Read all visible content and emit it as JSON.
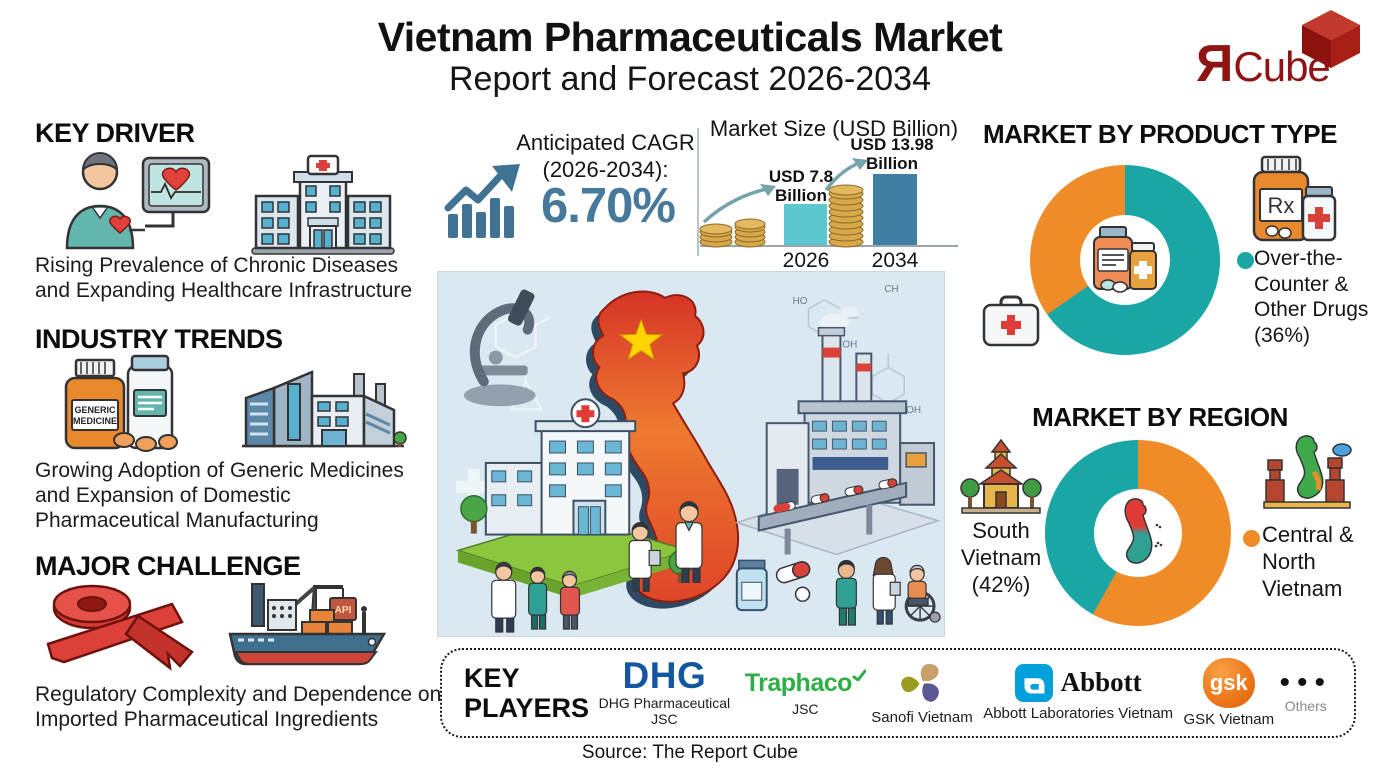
{
  "colors": {
    "teal": "#19a6a4",
    "orange": "#f08c28",
    "steel_blue": "#3e7fa3",
    "light_teal": "#5ec6ce",
    "cagr_blue": "#47799b",
    "brand_red": "#8f1414",
    "accent_red": "#e03b36"
  },
  "header": {
    "title_line1": "Vietnam Pharmaceuticals Market",
    "title_line2": "Report and Forecast 2026-2034",
    "logo_text_r": "Я",
    "logo_text_cube": "Cube"
  },
  "left_sections": {
    "key_driver": {
      "heading": "KEY DRIVER",
      "description": "Rising Prevalence of Chronic Diseases and Expanding Healthcare Infrastructure"
    },
    "industry_trends": {
      "heading": "INDUSTRY TRENDS",
      "description": "Growing Adoption of Generic Medicines and Expansion of Domestic Pharmaceutical Manufacturing"
    },
    "major_challenge": {
      "heading": "MAJOR CHALLENGE",
      "description": "Regulatory Complexity and Dependence on Imported Pharmaceutical Ingredients"
    }
  },
  "icon_labels": {
    "generic_line1": "GENERIC",
    "generic_line2": "MEDICINE",
    "api": "API",
    "rx": "Rx"
  },
  "cagr": {
    "label_line1": "Anticipated CAGR",
    "label_line2": "(2026-2034):",
    "value": "6.70%"
  },
  "chart_data": [
    {
      "type": "bar",
      "title": "Market Size (USD Billion)",
      "categories": [
        "2026",
        "2034"
      ],
      "values": [
        7.8,
        13.98
      ],
      "value_labels": [
        "USD 7.8 Billion",
        "USD 13.98 Billion"
      ],
      "bar_colors": [
        "#5ec6ce",
        "#3e7fa3"
      ],
      "ylim": [
        0,
        16
      ],
      "grid": false
    },
    {
      "type": "donut",
      "title": "MARKET BY PRODUCT TYPE",
      "legend": [
        {
          "label": "Over-the-Counter & Other Drugs (36%)",
          "color": "#19a6a4"
        }
      ],
      "visual_slices": [
        {
          "color": "#19a6a4",
          "percent": 64
        },
        {
          "color": "#f08c28",
          "percent": 36
        }
      ],
      "legend_position": "right"
    },
    {
      "type": "donut",
      "title": "MARKET BY REGION",
      "slices": [
        {
          "label": "South Vietnam",
          "value": 42,
          "color": "#19a6a4"
        },
        {
          "label": "Central & North Vietnam",
          "value": 58,
          "color": "#f08c28"
        }
      ],
      "left_label": "South Vietnam (42%)",
      "right_label": "Central & North Vietnam"
    }
  ],
  "key_players": {
    "heading": "KEY PLAYERS",
    "players": [
      {
        "name": "DHG",
        "caption": "DHG Pharmaceutical JSC"
      },
      {
        "name": "Traphaco",
        "caption": "JSC"
      },
      {
        "name": "Sanofi",
        "caption": "Sanofi Vietnam"
      },
      {
        "name": "Abbott",
        "caption": "Abbott Laboratories Vietnam"
      },
      {
        "name": "gsk",
        "caption": "GSK Vietnam"
      },
      {
        "name": "•••",
        "caption": "Others"
      }
    ]
  },
  "illustration": {
    "chem_labels": [
      "HO",
      "OH",
      "CH",
      "OH"
    ]
  },
  "footer": {
    "source": "Source: The Report Cube"
  }
}
